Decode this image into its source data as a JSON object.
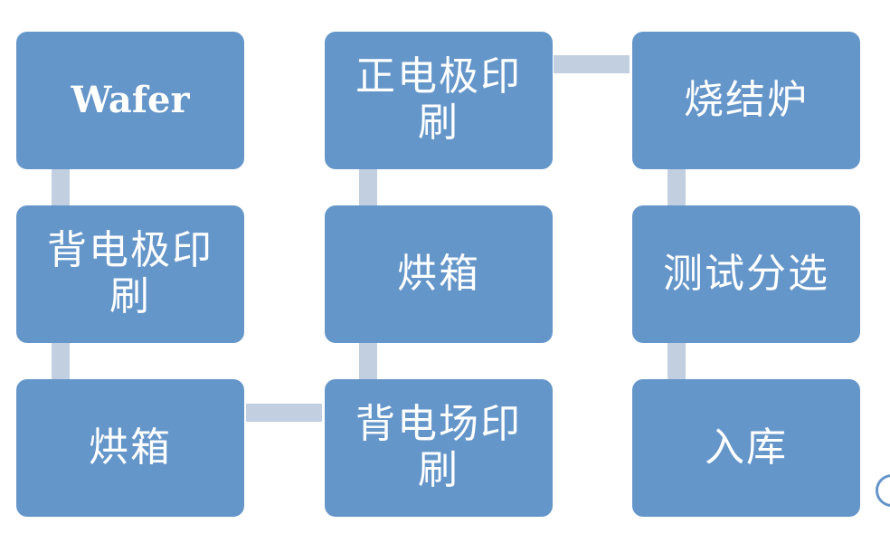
{
  "diagram": {
    "nodes": [
      {
        "id": "wafer",
        "label": "Wafer"
      },
      {
        "id": "back-electrode-print",
        "label": "背电极印刷"
      },
      {
        "id": "oven-1",
        "label": "烘箱"
      },
      {
        "id": "back-field-print",
        "label": "背电场印刷"
      },
      {
        "id": "oven-2",
        "label": "烘箱"
      },
      {
        "id": "front-electrode-print",
        "label": "正电极印刷"
      },
      {
        "id": "sintering-furnace",
        "label": "烧结炉"
      },
      {
        "id": "test-sort",
        "label": "测试分选"
      },
      {
        "id": "warehouse",
        "label": "入库"
      }
    ],
    "edges": [
      [
        "wafer",
        "back-electrode-print"
      ],
      [
        "back-electrode-print",
        "oven-1"
      ],
      [
        "oven-1",
        "back-field-print"
      ],
      [
        "back-field-print",
        "oven-2"
      ],
      [
        "oven-2",
        "front-electrode-print"
      ],
      [
        "front-electrode-print",
        "sintering-furnace"
      ],
      [
        "sintering-furnace",
        "test-sort"
      ],
      [
        "test-sort",
        "warehouse"
      ]
    ],
    "colors": {
      "node_fill": "#6596c9",
      "node_text": "#ffffff",
      "connector": "#c2cfe1"
    }
  }
}
